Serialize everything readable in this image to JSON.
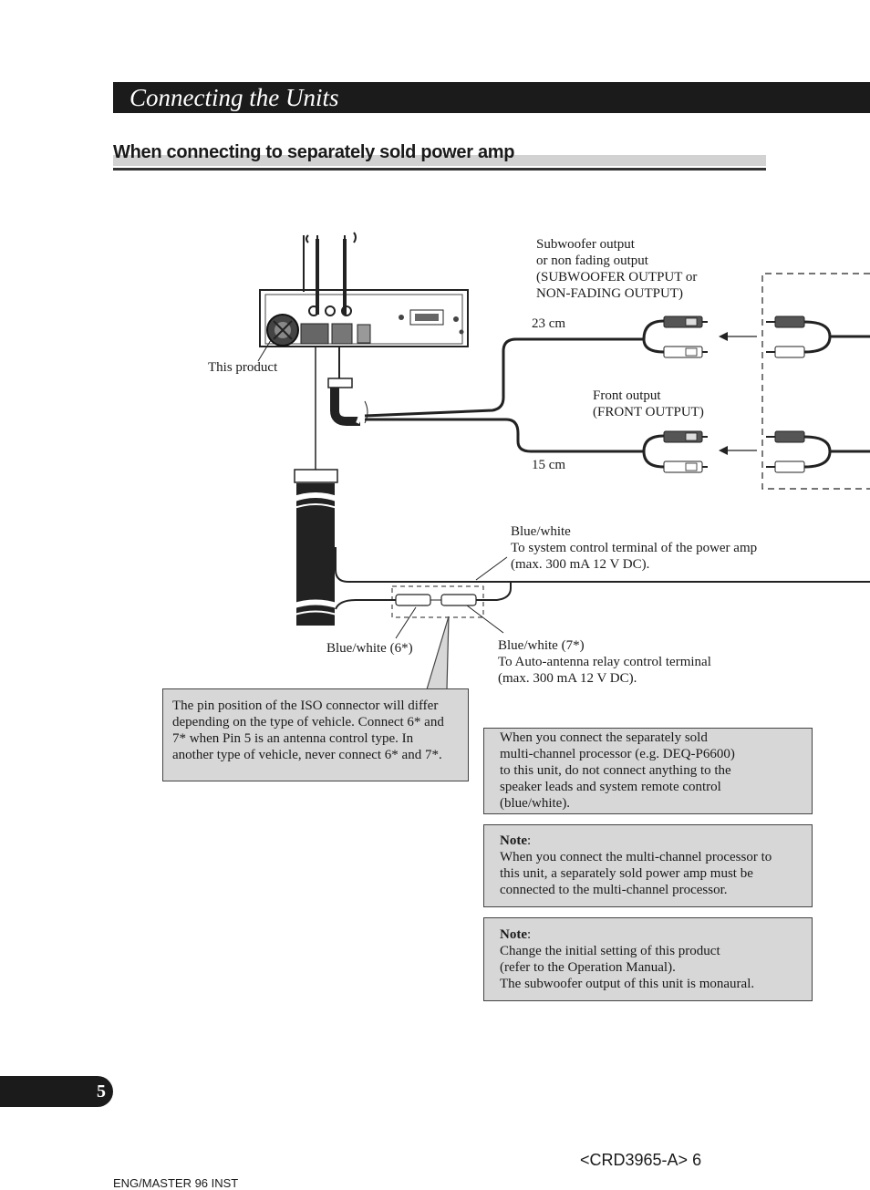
{
  "section": {
    "title": "Connecting the Units"
  },
  "heading": {
    "text": "When connecting to separately sold power amp"
  },
  "labels": {
    "this_product": "This product",
    "subwoofer_line1": "Subwoofer output",
    "subwoofer_line2": "or non fading output",
    "subwoofer_line3": "(SUBWOOFER OUTPUT or",
    "subwoofer_line4": "NON-FADING OUTPUT)",
    "len_23": "23 cm",
    "front_line1": "Front output",
    "front_line2": "(FRONT OUTPUT)",
    "len_15": "15 cm",
    "bw_line1": "Blue/white",
    "bw_line2": "To system control terminal of the power amp",
    "bw_line3": "(max. 300 mA 12 V DC).",
    "bw6": "Blue/white (6*)",
    "bw7_line1": "Blue/white (7*)",
    "bw7_line2": "To Auto-antenna relay control terminal",
    "bw7_line3": "(max. 300 mA 12 V DC)."
  },
  "boxes": {
    "iso_line1": "The pin position of the ISO connector will differ",
    "iso_line2": "depending on the type of vehicle. Connect 6* and",
    "iso_line3": "7* when Pin 5 is an antenna control type. In",
    "iso_line4": "another type of vehicle, never connect 6* and 7*.",
    "proc_line1": "When you connect the separately sold",
    "proc_line2": "multi-channel processor (e.g. DEQ-P6600)",
    "proc_line3": "to this unit, do not connect anything to the",
    "proc_line4": "speaker leads and system remote control",
    "proc_line5": "(blue/white).",
    "note1_title": "Note",
    "note1_line1": "When you connect the multi-channel processor to",
    "note1_line2": "this unit, a separately sold power amp must be",
    "note1_line3": "connected to the multi-channel processor.",
    "note2_title": "Note",
    "note2_line1": "Change the initial setting of this product",
    "note2_line2": "(refer to the Operation Manual).",
    "note2_line3": "The subwoofer output of this unit is monaural."
  },
  "footer": {
    "page_number": "5",
    "code": "<CRD3965-A> 6",
    "left": "ENG/MASTER 96 INST"
  }
}
